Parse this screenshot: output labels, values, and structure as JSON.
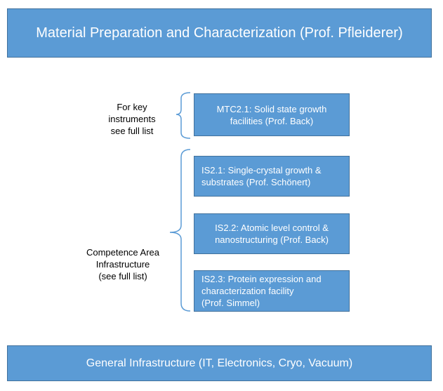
{
  "title": "Material Preparation and Characterization (Prof. Pfleiderer)",
  "groups": [
    {
      "label": "For key\ninstruments\nsee full list",
      "items": [
        "MTC2.1: Solid state growth\nfacilities (Prof. Back)"
      ]
    },
    {
      "label": "Competence Area\nInfrastructure\n(see full list)",
      "items": [
        "IS2.1: Single-crystal growth &\nsubstrates (Prof. Schönert)",
        "IS2.2: Atomic level control &\nnanostructuring  (Prof. Back)",
        "IS2.3: Protein expression and\ncharacterization facility\n(Prof. Simmel)"
      ]
    }
  ],
  "footer": "General Infrastructure (IT, Electronics, Cryo, Vacuum)",
  "colors": {
    "box_fill": "#5b9bd5",
    "box_border": "#41719c",
    "brace": "#5b9bd5",
    "box_text": "#ffffff"
  }
}
